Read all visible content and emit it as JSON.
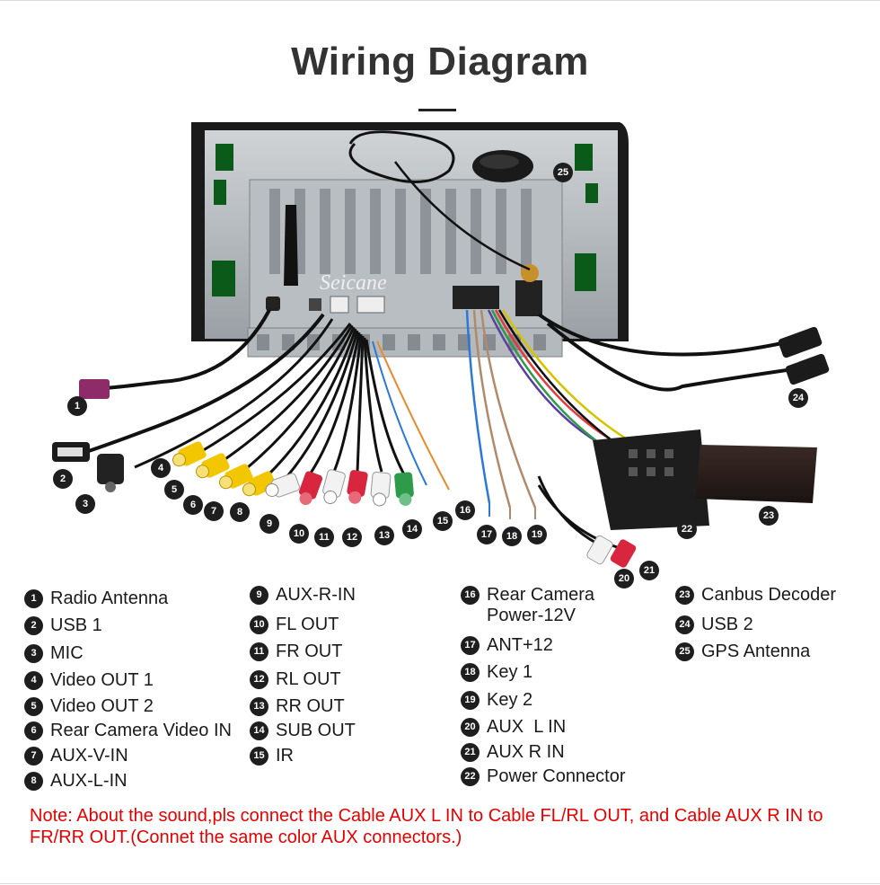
{
  "title": "Wiring Diagram",
  "watermark": "Seicane",
  "legend": [
    {
      "num": "1",
      "label": "Radio Antenna"
    },
    {
      "num": "2",
      "label": "USB 1"
    },
    {
      "num": "3",
      "label": "MIC"
    },
    {
      "num": "4",
      "label": "Video OUT 1"
    },
    {
      "num": "5",
      "label": "Video OUT 2"
    },
    {
      "num": "6",
      "label": "Rear Camera Video IN"
    },
    {
      "num": "7",
      "label": "AUX-V-IN"
    },
    {
      "num": "8",
      "label": "AUX-L-IN"
    },
    {
      "num": "9",
      "label": "AUX-R-IN"
    },
    {
      "num": "10",
      "label": "FL OUT"
    },
    {
      "num": "11",
      "label": "FR OUT"
    },
    {
      "num": "12",
      "label": "RL OUT"
    },
    {
      "num": "13",
      "label": "RR OUT"
    },
    {
      "num": "14",
      "label": "SUB OUT"
    },
    {
      "num": "15",
      "label": "IR"
    },
    {
      "num": "16",
      "label": "Rear Camera\nPower-12V"
    },
    {
      "num": "17",
      "label": "ANT+12"
    },
    {
      "num": "18",
      "label": "Key 1"
    },
    {
      "num": "19",
      "label": "Key 2"
    },
    {
      "num": "20",
      "label": "AUX  L IN"
    },
    {
      "num": "21",
      "label": "AUX R IN"
    },
    {
      "num": "22",
      "label": "Power Connector"
    },
    {
      "num": "23",
      "label": "Canbus Decoder"
    },
    {
      "num": "24",
      "label": "USB 2"
    },
    {
      "num": "25",
      "label": "GPS Antenna"
    }
  ],
  "note": "Note: About the sound,pls connect the Cable AUX L IN to Cable FL/RL OUT, and Cable AUX R IN to  FR/RR OUT.(Connet the same color AUX connectors.)",
  "colors": {
    "badge": "#1e1e1e",
    "note": "#e60000",
    "rca_red": "#d7263d",
    "rca_yellow": "#f2c600",
    "rca_white": "#f2f2f2",
    "rca_green": "#2e9b4b"
  }
}
